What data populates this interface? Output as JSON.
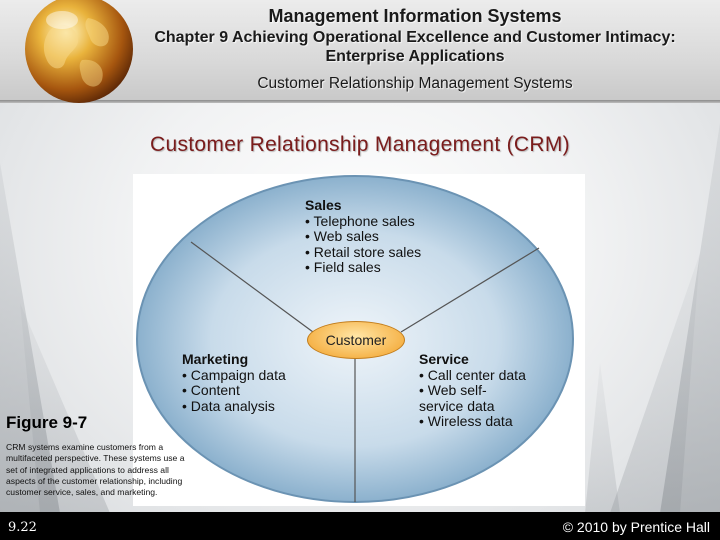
{
  "header": {
    "course_title": "Management Information Systems",
    "chapter_title": "Chapter 9 Achieving Operational Excellence and Customer Intimacy: Enterprise Applications",
    "section_title": "Customer Relationship Management Systems"
  },
  "slide": {
    "title": "Customer Relationship Management (CRM)"
  },
  "figure": {
    "hub_label": "Customer",
    "sales": {
      "title": "Sales",
      "items": [
        "Telephone sales",
        "Web sales",
        "Retail store sales",
        "Field sales"
      ]
    },
    "marketing": {
      "title": "Marketing",
      "items": [
        "Campaign data",
        "Content",
        "Data analysis"
      ]
    },
    "service": {
      "title": "Service",
      "items": [
        "Call center data",
        "Web self-service data",
        "Wireless data"
      ]
    },
    "label": "Figure 9-7",
    "caption": "CRM systems examine customers from a multifaceted perspective. These systems use a set of integrated applications to address all aspects of the customer relationship, including customer service, sales, and marketing."
  },
  "footer": {
    "page_number": "9.22",
    "copyright": "© 2010 by Prentice Hall"
  },
  "colors": {
    "title_red": "#7a1c1c",
    "ellipse_blue": "#7fa6c4",
    "hub_orange": "#f6b54d",
    "footer_black": "#000000"
  }
}
